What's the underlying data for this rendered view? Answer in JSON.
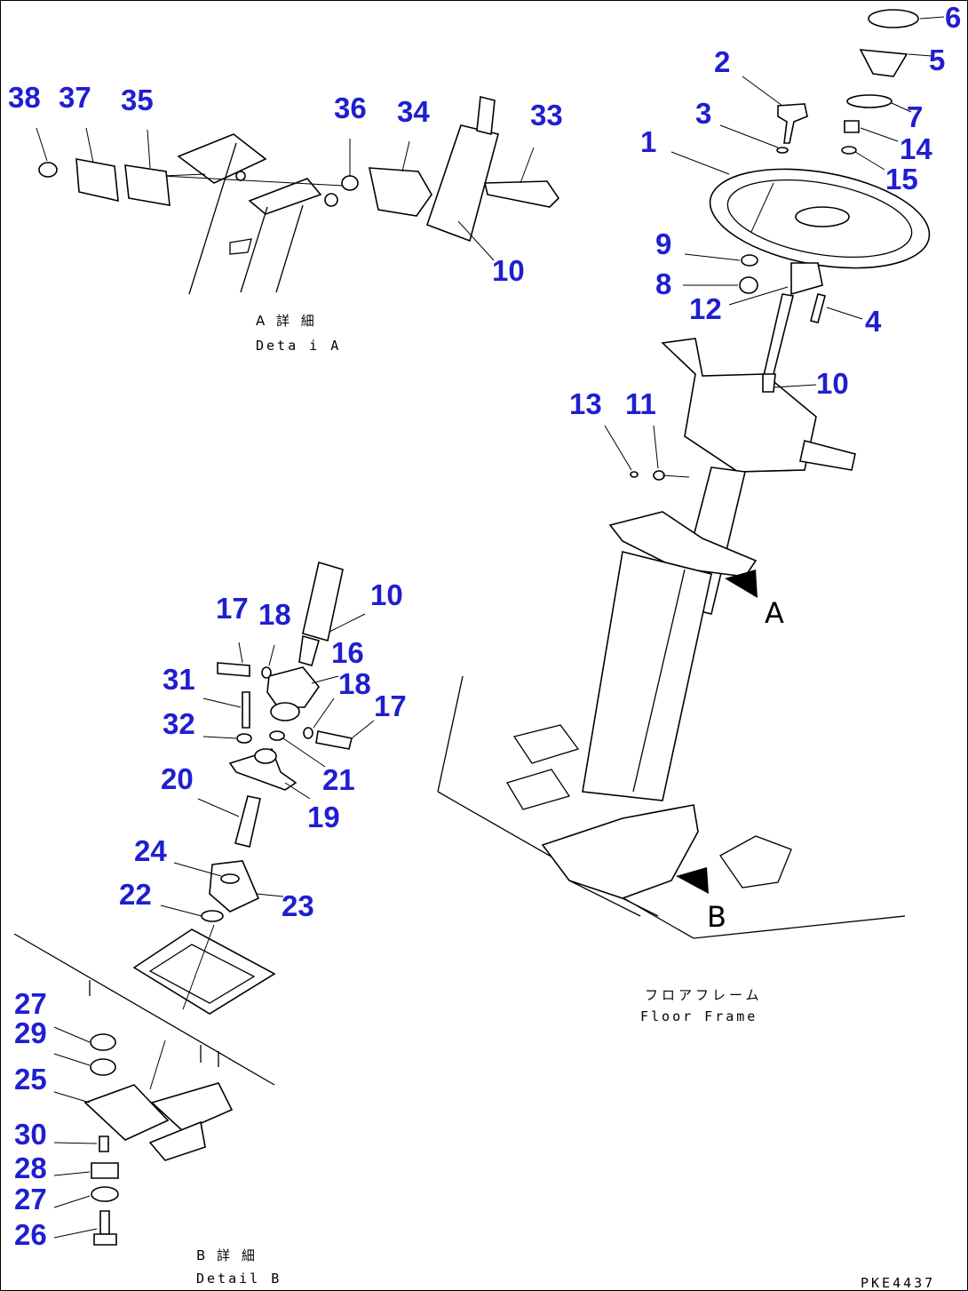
{
  "drawing_code": "PKE4437",
  "detail_a": {
    "title_jp": "A 詳 細",
    "title_en": "Deta i A"
  },
  "detail_b": {
    "title_jp": "B 詳 細",
    "title_en": "Detail B"
  },
  "floor_frame": {
    "label_jp": "フロアフレーム",
    "label_en": "Floor Frame"
  },
  "view_markers": {
    "a": "A",
    "b": "B"
  },
  "callouts": {
    "c1": "1",
    "c2": "2",
    "c3": "3",
    "c4": "4",
    "c5": "5",
    "c6": "6",
    "c7": "7",
    "c8": "8",
    "c9": "9",
    "c10_main": "10",
    "c10_a": "10",
    "c10_b": "10",
    "c11": "11",
    "c12": "12",
    "c13": "13",
    "c14": "14",
    "c15": "15",
    "c16": "16",
    "c17_a": "17",
    "c17_b": "17",
    "c18_a": "18",
    "c18_b": "18",
    "c19": "19",
    "c20": "20",
    "c21": "21",
    "c22": "22",
    "c23": "23",
    "c24": "24",
    "c25": "25",
    "c26": "26",
    "c27_a": "27",
    "c27_b": "27",
    "c28": "28",
    "c29": "29",
    "c30": "30",
    "c31": "31",
    "c32": "32",
    "c33": "33",
    "c34": "34",
    "c35": "35",
    "c36": "36",
    "c37": "37",
    "c38": "38"
  },
  "colors": {
    "callout": "#1f1fd0",
    "line": "#000000"
  }
}
